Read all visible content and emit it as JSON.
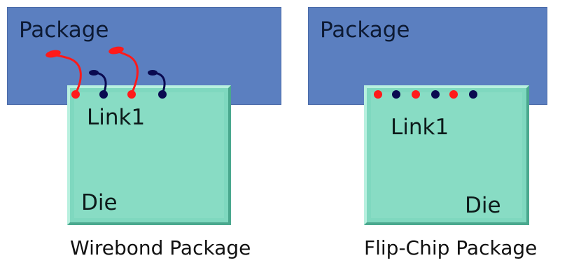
{
  "left": {
    "package_label": "Package",
    "link_label": "Link1",
    "die_label": "Die",
    "caption": "Wirebond Package"
  },
  "right": {
    "package_label": "Package",
    "link_label": "Link1",
    "die_label": "Die",
    "caption": "Flip-Chip Package"
  },
  "colors": {
    "package": "#5b7fc0",
    "die": "#7fd8bf",
    "signal_red": "#ff1a1a",
    "signal_navy": "#0a0a50"
  }
}
